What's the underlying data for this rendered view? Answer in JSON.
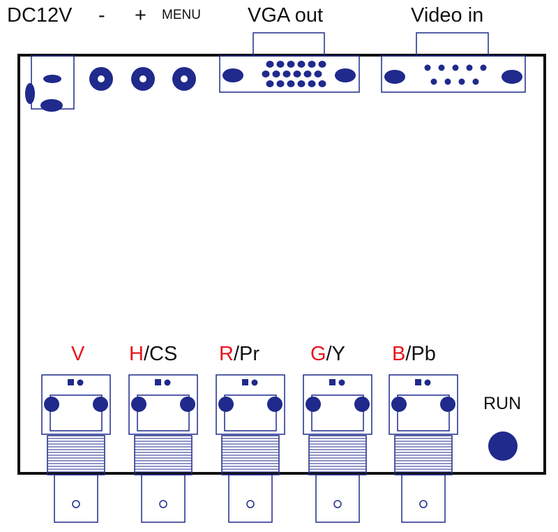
{
  "top_labels": {
    "dc12v": "DC12V",
    "minus": "-",
    "plus": "+",
    "menu": "MENU",
    "vga_out": "VGA out",
    "video_in": "Video in"
  },
  "bnc": [
    {
      "letter": "V",
      "suffix": ""
    },
    {
      "letter": "H",
      "suffix": "/CS"
    },
    {
      "letter": "R",
      "suffix": "/Pr"
    },
    {
      "letter": "G",
      "suffix": "/Y"
    },
    {
      "letter": "B",
      "suffix": "/Pb"
    }
  ],
  "run_label": "RUN",
  "colors": {
    "outline": "#1f2a8c",
    "fill": "#1f2a8c",
    "board": "#111111",
    "accent_red": "#e8141c"
  }
}
